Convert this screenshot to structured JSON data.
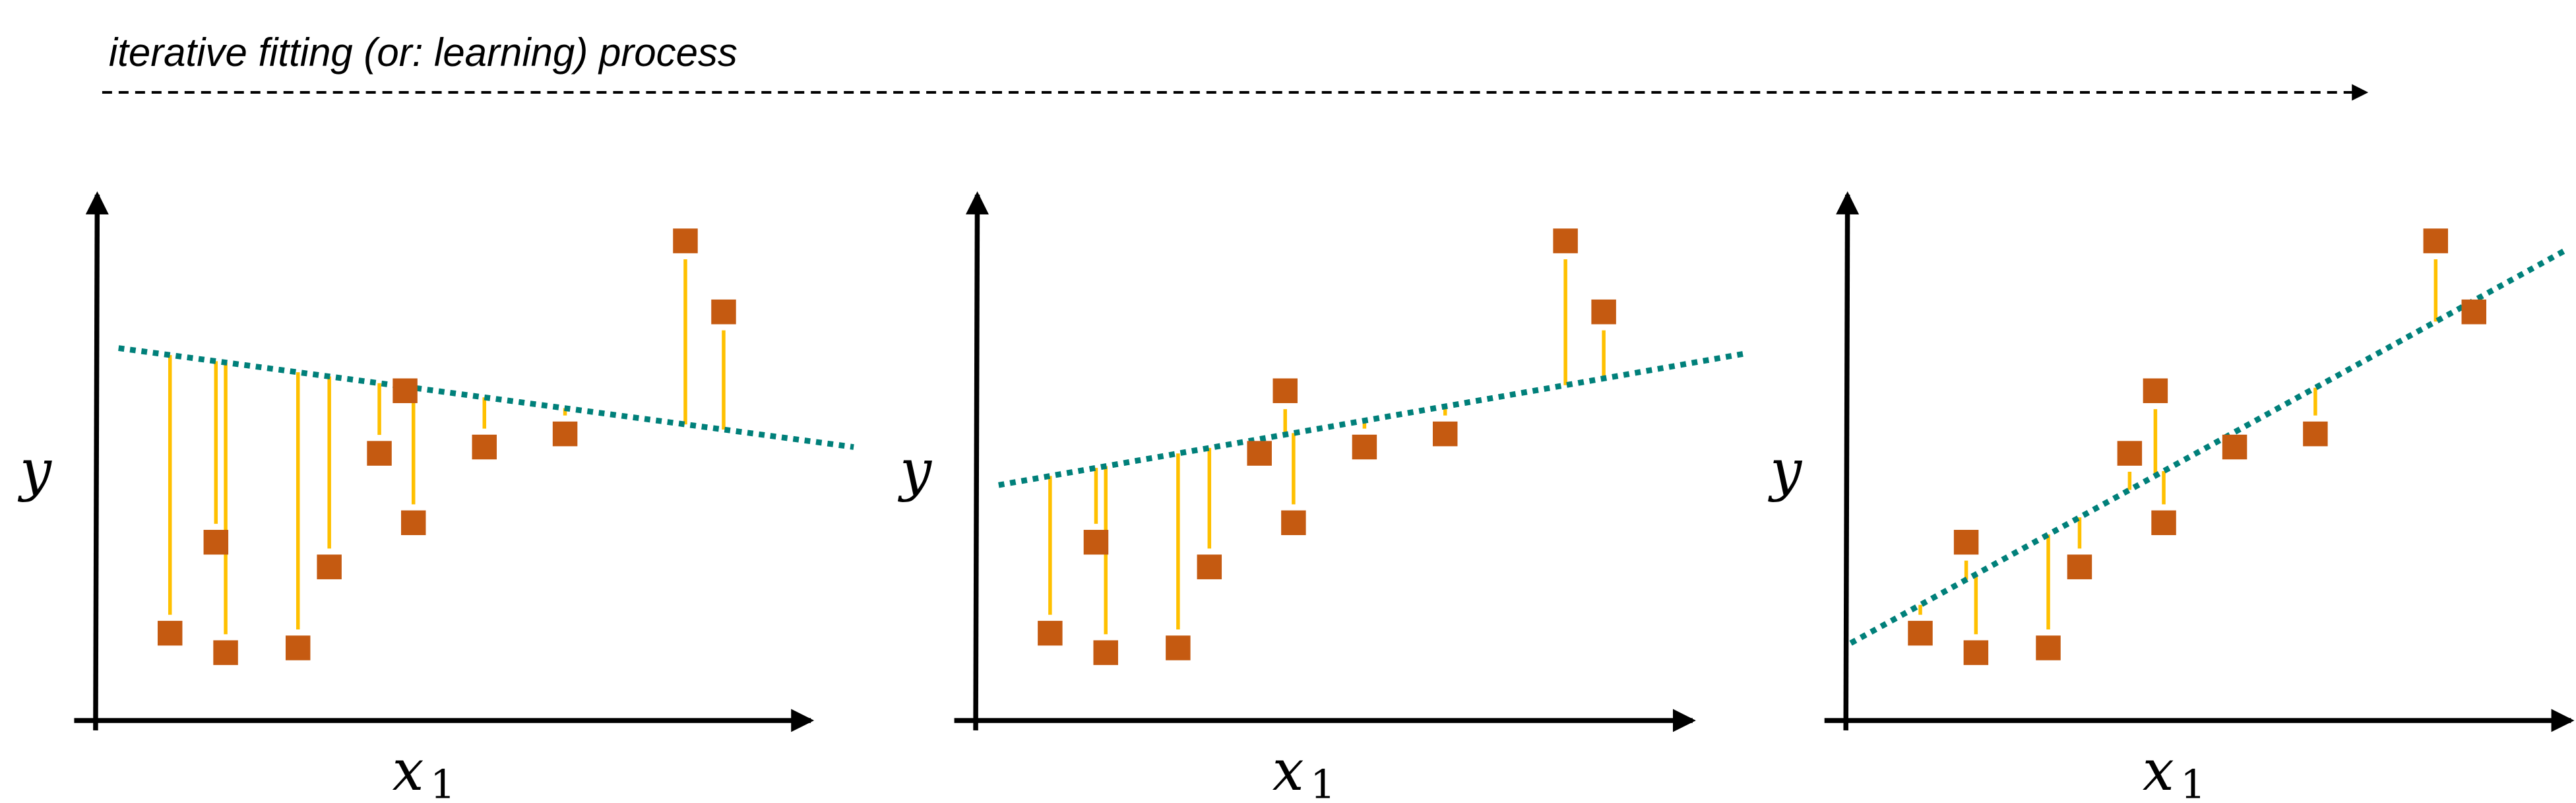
{
  "title": "iterative fitting (or: learning) process",
  "colors": {
    "points": "#C55A11",
    "residuals": "#FFC000",
    "fit_line": "#00807A",
    "axes": "#000000"
  },
  "axis_labels": {
    "y": "y",
    "x": "x",
    "x_subscript": "1"
  },
  "points": [
    [
      1.07,
      1.66
    ],
    [
      1.73,
      3.39
    ],
    [
      1.87,
      1.29
    ],
    [
      2.91,
      1.38
    ],
    [
      3.36,
      2.92
    ],
    [
      4.08,
      5.08
    ],
    [
      4.45,
      6.27
    ],
    [
      4.57,
      3.76
    ],
    [
      5.59,
      5.2
    ],
    [
      6.75,
      5.45
    ],
    [
      8.48,
      9.12
    ],
    [
      9.03,
      7.77
    ]
  ],
  "panels": [
    {
      "fit_line": {
        "slope": -0.178,
        "intercept": 7.14
      }
    },
    {
      "fit_line": {
        "slope": 0.233,
        "intercept": 4.4
      }
    },
    {
      "fit_line": {
        "slope": 0.727,
        "intercept": 1.42
      }
    }
  ]
}
